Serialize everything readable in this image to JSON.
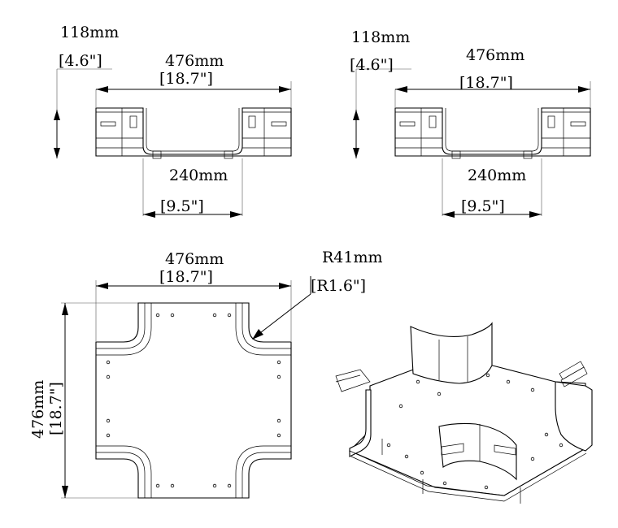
{
  "side_view_left": {
    "height_mm": "118mm",
    "height_in": "[4.6\"]",
    "width_mm": "476mm",
    "width_in": "[18.7\"]",
    "inner_mm": "240mm",
    "inner_in": "[9.5\"]"
  },
  "side_view_right": {
    "height_mm": "118mm",
    "height_in": "[4.6\"]",
    "width_mm": "476mm",
    "width_in": "[18.7\"]",
    "inner_mm": "240mm",
    "inner_in": "[9.5\"]"
  },
  "top_view": {
    "width_mm": "476mm",
    "width_in": "[18.7\"]",
    "radius_mm": "R41mm",
    "radius_in": "[R1.6\"]",
    "height_mm": "476mm",
    "height_in": "[18.7\"]"
  }
}
